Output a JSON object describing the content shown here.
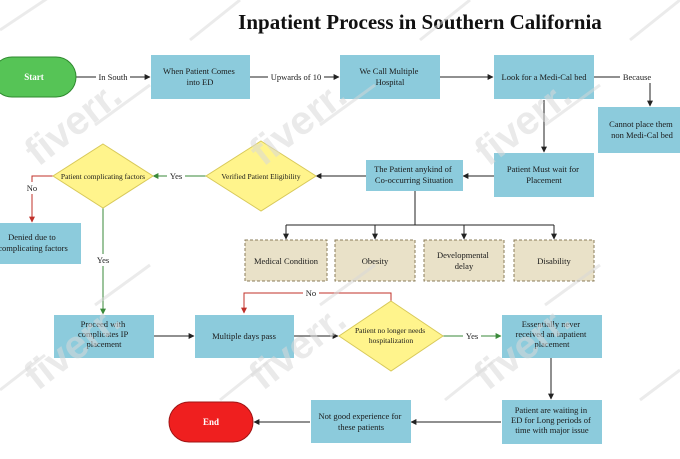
{
  "title": "Inpatient Process in Southern California",
  "watermark": "fiverr.",
  "colors": {
    "process": "#8ccbdc",
    "decision": "#fff48c",
    "category": "#e9e1c8",
    "start": "#56c456",
    "end": "#ef1f1f",
    "edge_yes": "#3a8a3a",
    "edge_no": "#c0302a",
    "edge": "#222222"
  },
  "nodes": {
    "start": "Start",
    "when_patient_comes": [
      "When Patient Comes",
      "into ED"
    ],
    "we_call": [
      "We Call Multiple",
      "Hospital"
    ],
    "look_medical": [
      "Look for a Medi-Cal bed"
    ],
    "cannot_place": [
      "Cannot place them",
      "non Medi-Cal bed"
    ],
    "must_wait": [
      "Patient Must wait for",
      "Placement"
    ],
    "cooccurring": [
      "The Patient anykind of",
      "Co-occurring Situation"
    ],
    "verified": [
      "Verified Patient Eligibility"
    ],
    "complicating": [
      "Patient complicating factors"
    ],
    "denied": [
      "Denied due to",
      "complicating factors"
    ],
    "medical_condition": [
      "Medical Condition"
    ],
    "obesity": [
      "Obesity"
    ],
    "developmental": [
      "Developmental",
      "delay"
    ],
    "disability": [
      "Disability"
    ],
    "proceed": [
      "Proceed with",
      "complicates IP",
      "placement"
    ],
    "multiple_days": [
      "Multiple days pass"
    ],
    "no_longer": [
      "Patient no longer needs",
      "hospitalization"
    ],
    "never_received": [
      "Essentially never",
      "received an inpatient",
      "placement"
    ],
    "waiting_ed": [
      "Patient are waiting in",
      "ED for Long periods of",
      "time with major issue"
    ],
    "not_good": [
      "Not good experience for",
      "these patients"
    ],
    "end": "End"
  },
  "edge_labels": {
    "in_south": "In South",
    "upwards": "Upwards of 10",
    "because": "Because",
    "yes_verified": "Yes",
    "no_denied": "No",
    "yes_proceed": "Yes",
    "no_loop": "No",
    "yes_never": "Yes"
  }
}
